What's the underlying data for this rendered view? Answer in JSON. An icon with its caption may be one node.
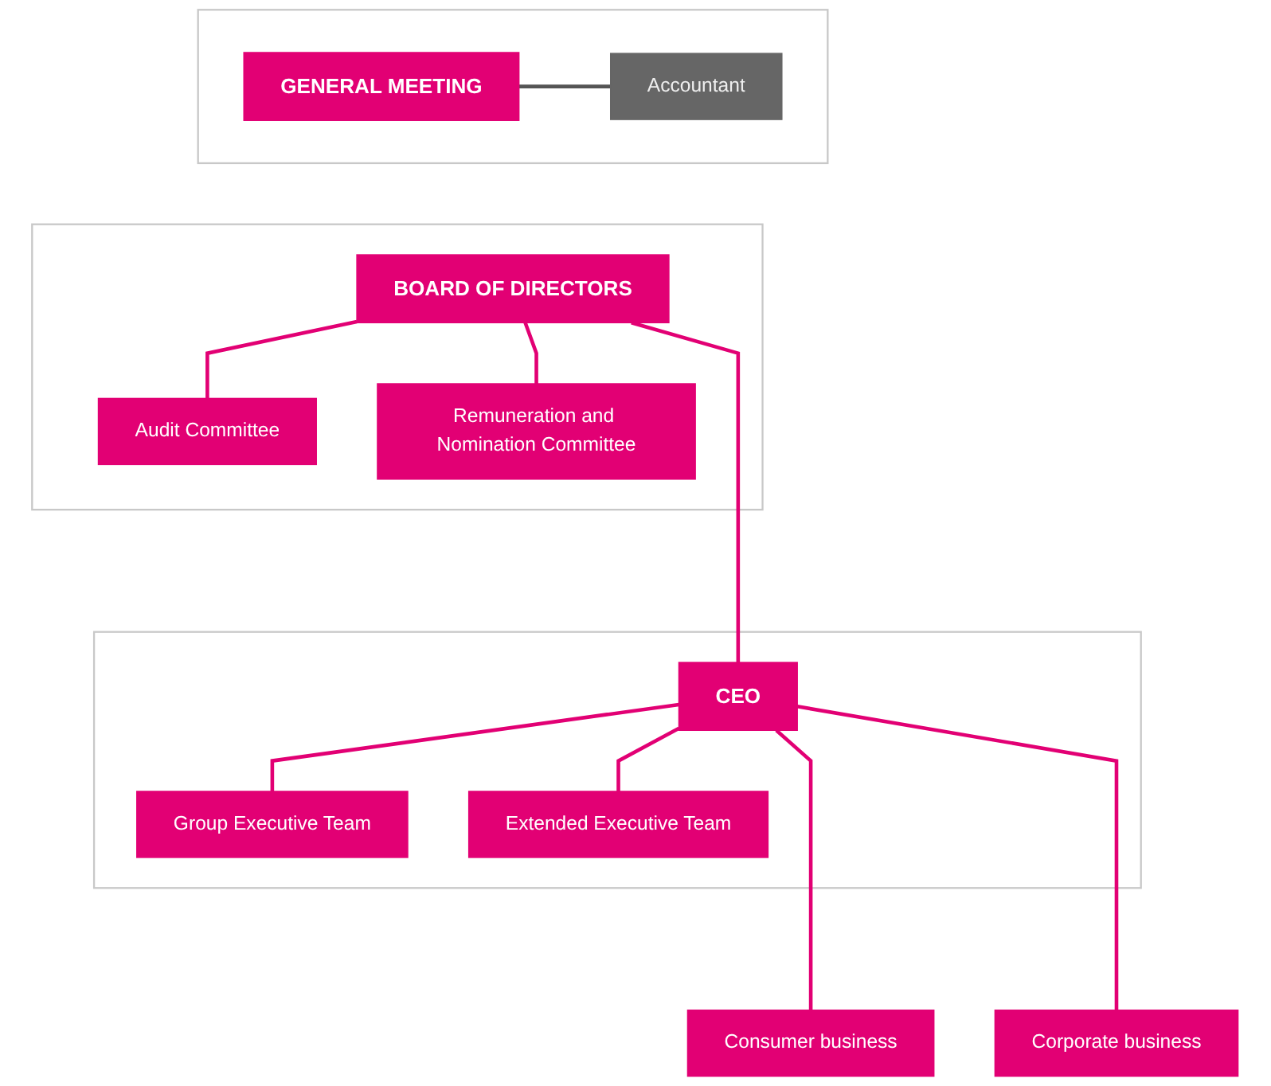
{
  "diagram": {
    "nodes": [
      {
        "text": [],
        "shape": "box"
      },
      {
        "text": [
          "GENERAL MEETING"
        ],
        "in": 0
      },
      {
        "text": [
          "Accountant"
        ],
        "in": 0
      },
      {
        "text": [],
        "shape": "box"
      },
      {
        "text": [
          "BOARD OF DIRECTORS"
        ],
        "in": 3
      },
      {
        "text": [
          "Audit Committee"
        ],
        "in": 3
      },
      {
        "text": [
          "Remuneration and Nomination Committee"
        ],
        "in": 3
      },
      {
        "text": [],
        "shape": "box"
      },
      {
        "text": [
          "CEO"
        ],
        "in": 7
      },
      {
        "text": [
          "Group Executive Team"
        ],
        "in": 7
      },
      {
        "text": [
          "Extended Executive Team"
        ],
        "in": 7
      },
      {
        "text": [
          "Consumer business"
        ]
      },
      {
        "text": [
          "Corporate business"
        ]
      }
    ],
    "edges": [
      {
        "from": 1,
        "to": 2,
        "arrow": "none",
        "color": "#555555"
      },
      {
        "from": 4,
        "to": 5,
        "arrow": "none"
      },
      {
        "from": 4,
        "to": 6,
        "arrow": "none"
      },
      {
        "from": 4,
        "to": 8,
        "arrow": "none"
      },
      {
        "from": 8,
        "to": 9,
        "arrow": "none"
      },
      {
        "from": 8,
        "to": 10,
        "arrow": "none"
      },
      {
        "from": 8,
        "to": 11,
        "arrow": "none"
      },
      {
        "from": 8,
        "to": 12,
        "arrow": "none"
      }
    ]
  }
}
